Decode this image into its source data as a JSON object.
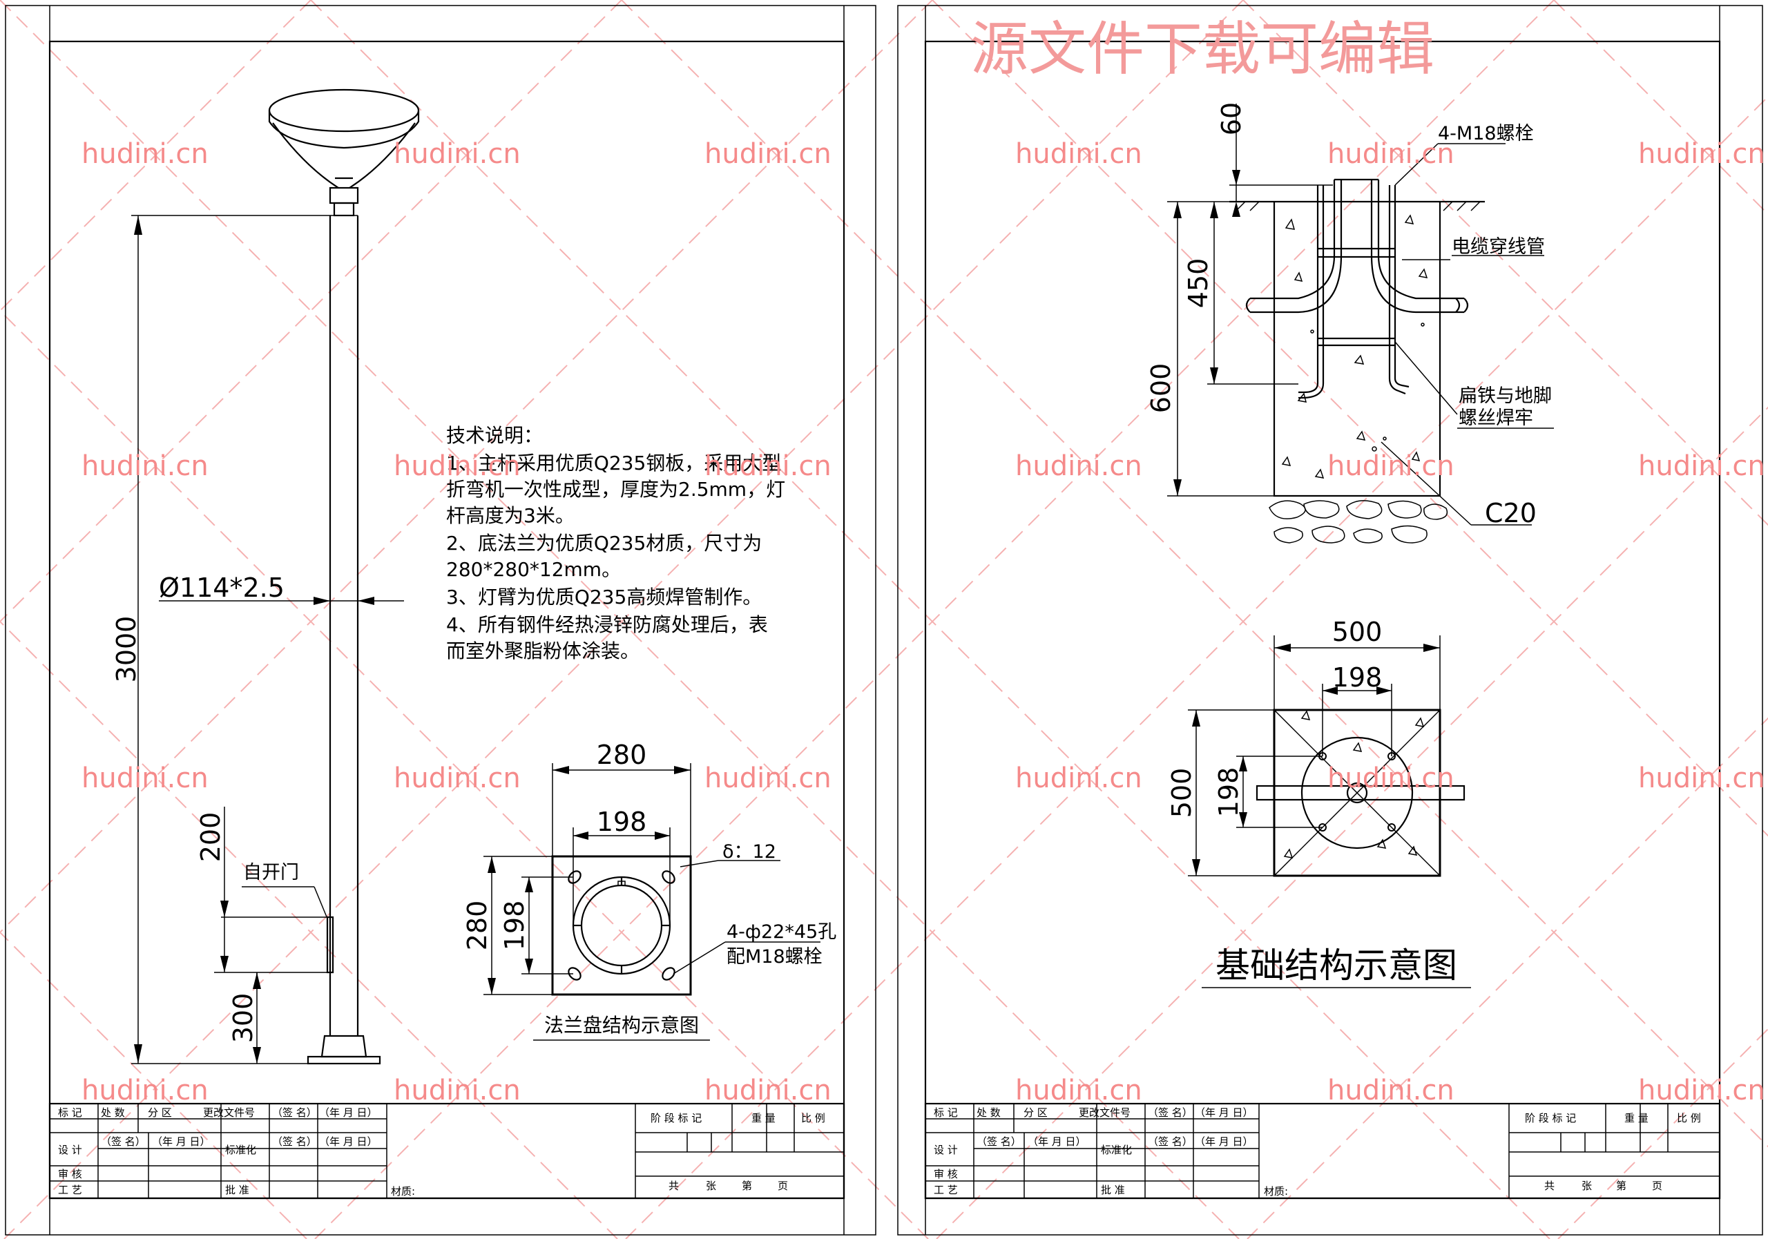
{
  "watermark": {
    "site": "hudini.cn",
    "banner": "源文件下载可编辑",
    "color": "#f58a8a"
  },
  "left_sheet": {
    "pole": {
      "height_dim": "3000",
      "diameter_dim": "Ø114*2.5",
      "door_dim": "200",
      "base_dim": "300",
      "door_label": "自开门"
    },
    "notes": {
      "title": "技术说明：",
      "lines": [
        "1、主杆采用优质Q235钢板，采用大型",
        "折弯机一次性成型，厚度为2.5mm，灯",
        "杆高度为3米。",
        "2、底法兰为优质Q235材质，尺寸为",
        "280*280*12mm。",
        "3、灯臂为优质Q235高频焊管制作。",
        "4、所有钢件经热浸锌防腐处理后，表",
        "而室外聚脂粉体涂装。"
      ]
    },
    "flange": {
      "width_outer": "280",
      "width_inner": "198",
      "height_outer": "280",
      "height_inner": "198",
      "thickness": "δ：12",
      "holes": "4-ф22*45孔",
      "bolts": "配M18螺栓",
      "caption": "法兰盘结构示意图"
    }
  },
  "right_sheet": {
    "section": {
      "dim_top": "60",
      "dim_mid": "450",
      "dim_full": "600",
      "bolts_label": "4-M18螺栓",
      "conduit_label": "电缆穿线管",
      "weld_label_1": "扁铁与地脚",
      "weld_label_2": "螺丝焊牢",
      "concrete": "C20"
    },
    "plan": {
      "width_outer": "500",
      "width_inner": "198",
      "height_outer": "500",
      "height_inner": "198"
    },
    "caption": "基础结构示意图"
  },
  "title_block": {
    "row1": [
      "标 记",
      "处 数",
      "分 区",
      "更改文件号",
      "（签 名）",
      "（年 月 日）"
    ],
    "row2": [
      "设 计",
      "（签 名）",
      "（年 月 日）",
      "标准化",
      "（签 名）",
      "（年 月 日）"
    ],
    "row3": [
      "审 核"
    ],
    "row4": [
      "工 艺",
      "批 准"
    ],
    "stage": "阶 段 标 记",
    "weight": "重 量",
    "scale": "比 例",
    "sheets": "共",
    "sheet_of": "张",
    "page": "第",
    "page_unit": "页",
    "material": "材质:"
  }
}
